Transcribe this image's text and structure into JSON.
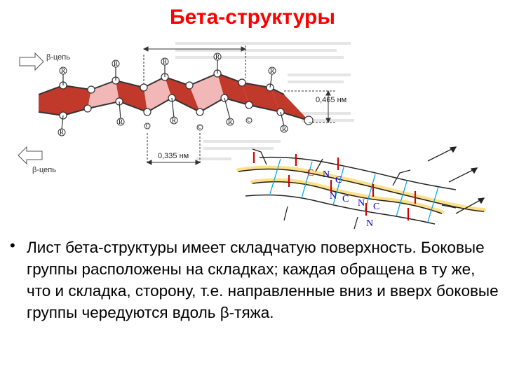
{
  "slide": {
    "title": "Бета-структуры",
    "bullet": "Лист бета-структуры имеет складчатую поверхность. Боковые группы расположены на складках; каждая обращена в ту же, что и складка, сторону, т.е. направленные вниз и вверх боковые группы чередуются вдоль β-тяжа."
  },
  "figure_left": {
    "strand_label_top": "β-цепь",
    "strand_label_bottom": "β-цепь",
    "dim_right": "0,465 нм",
    "dim_bottom": "0,335 нм",
    "side_group": "R",
    "atom": "C",
    "pleat_color": "#c0392b",
    "pleat_light_color": "#f2b8b8"
  },
  "figure_right": {
    "atoms": [
      "C",
      "N",
      "C",
      "N",
      "C",
      "N",
      "C",
      "N"
    ],
    "strand_color": "#ffe08a",
    "bond_color": "#00aaee",
    "tick_color": "#d40000",
    "label_color": "#0000cc",
    "label_c_red": "#cc0000"
  }
}
